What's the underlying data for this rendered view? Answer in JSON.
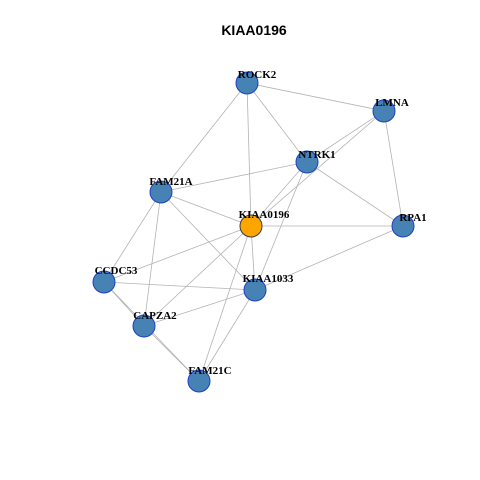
{
  "title": "KIAA0196",
  "colors": {
    "node_fill": "#4682B4",
    "node_stroke": "#1C3FC8",
    "focus_fill": "#FFA500",
    "focus_stroke": "#3A3A3A",
    "edge": "#B3B3B3"
  },
  "nodes": [
    {
      "id": "ROCK2",
      "label": "ROCK2",
      "focus": false
    },
    {
      "id": "LMNA",
      "label": "LMNA",
      "focus": false
    },
    {
      "id": "NTRK1",
      "label": "NTRK1",
      "focus": false
    },
    {
      "id": "FAM21A",
      "label": "FAM21A",
      "focus": false
    },
    {
      "id": "KIAA0196",
      "label": "KIAA0196",
      "focus": true
    },
    {
      "id": "RPA1",
      "label": "RPA1",
      "focus": false
    },
    {
      "id": "CCDC53",
      "label": "CCDC53",
      "focus": false
    },
    {
      "id": "KIAA1033",
      "label": "KIAA1033",
      "focus": false
    },
    {
      "id": "CAPZA2",
      "label": "CAPZA2",
      "focus": false
    },
    {
      "id": "FAM21C",
      "label": "FAM21C",
      "focus": false
    }
  ],
  "edges": [
    [
      "ROCK2",
      "LMNA"
    ],
    [
      "ROCK2",
      "NTRK1"
    ],
    [
      "ROCK2",
      "FAM21A"
    ],
    [
      "ROCK2",
      "KIAA0196"
    ],
    [
      "LMNA",
      "NTRK1"
    ],
    [
      "LMNA",
      "KIAA0196"
    ],
    [
      "LMNA",
      "RPA1"
    ],
    [
      "NTRK1",
      "FAM21A"
    ],
    [
      "NTRK1",
      "KIAA0196"
    ],
    [
      "NTRK1",
      "RPA1"
    ],
    [
      "NTRK1",
      "KIAA1033"
    ],
    [
      "FAM21A",
      "KIAA0196"
    ],
    [
      "FAM21A",
      "CCDC53"
    ],
    [
      "FAM21A",
      "CAPZA2"
    ],
    [
      "FAM21A",
      "KIAA1033"
    ],
    [
      "KIAA0196",
      "RPA1"
    ],
    [
      "KIAA0196",
      "CCDC53"
    ],
    [
      "KIAA0196",
      "KIAA1033"
    ],
    [
      "KIAA0196",
      "CAPZA2"
    ],
    [
      "KIAA0196",
      "FAM21C"
    ],
    [
      "RPA1",
      "KIAA1033"
    ],
    [
      "CCDC53",
      "KIAA1033"
    ],
    [
      "CCDC53",
      "CAPZA2"
    ],
    [
      "CCDC53",
      "FAM21C"
    ],
    [
      "KIAA1033",
      "CAPZA2"
    ],
    [
      "KIAA1033",
      "FAM21C"
    ],
    [
      "CAPZA2",
      "FAM21C"
    ]
  ]
}
